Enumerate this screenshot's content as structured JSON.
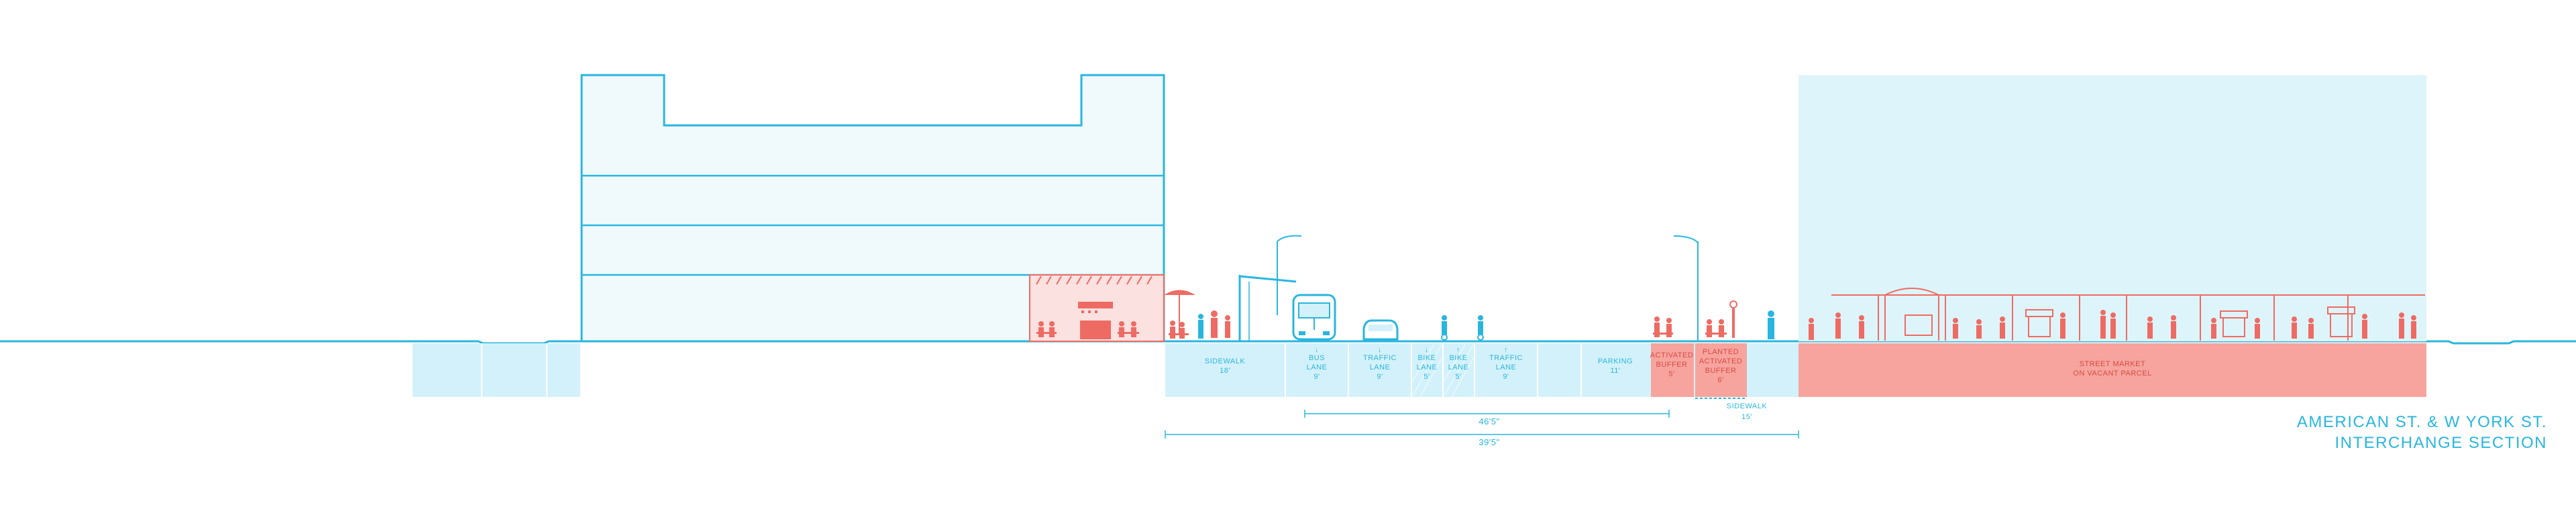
{
  "colors": {
    "cyan": "#29b6de",
    "light_cyan_fill": "#d3f1fb",
    "sky_fill": "#def4fb",
    "red": "#ee6b63",
    "light_red_fill": "#f7a49e",
    "red_text": "#d84a44"
  },
  "lanes": [
    {
      "line1": "SIDEWALK",
      "line2": "18'",
      "line3": ""
    },
    {
      "line1": "BUS",
      "line2": "LANE",
      "line3": "9'"
    },
    {
      "line1": "TRAFFIC",
      "line2": "LANE",
      "line3": "9'"
    },
    {
      "line1": "BIKE",
      "line2": "LANE",
      "line3": "5'"
    },
    {
      "line1": "BIKE",
      "line2": "LANE",
      "line3": "5'"
    },
    {
      "line1": "TRAFFIC",
      "line2": "LANE",
      "line3": "9'"
    },
    {
      "line1": "PARKING",
      "line2": "11'",
      "line3": ""
    },
    {
      "line1": "ACTIVATED",
      "line2": "BUFFER",
      "line3": "5'"
    },
    {
      "line1": "PLANTED",
      "line2": "ACTIVATED",
      "line3": "BUFFER",
      "line4": "6'"
    },
    {
      "line1": "STREET MARKET",
      "line2": "ON VACANT PARCEL",
      "line3": ""
    }
  ],
  "sidewalk_right": {
    "line1": "SIDEWALK",
    "line2": "15'"
  },
  "dimensions": {
    "upper": "46'5\"",
    "lower": "39'5\""
  },
  "title": {
    "line1": "AMERICAN ST. & W YORK ST.",
    "line2": "INTERCHANGE SECTION"
  },
  "icons": [
    "tree-icon",
    "person-icon",
    "bus-icon",
    "car-icon",
    "cyclist-icon",
    "market-stall-icon",
    "umbrella-icon",
    "street-light-icon",
    "bus-shelter-icon",
    "bench-icon"
  ]
}
